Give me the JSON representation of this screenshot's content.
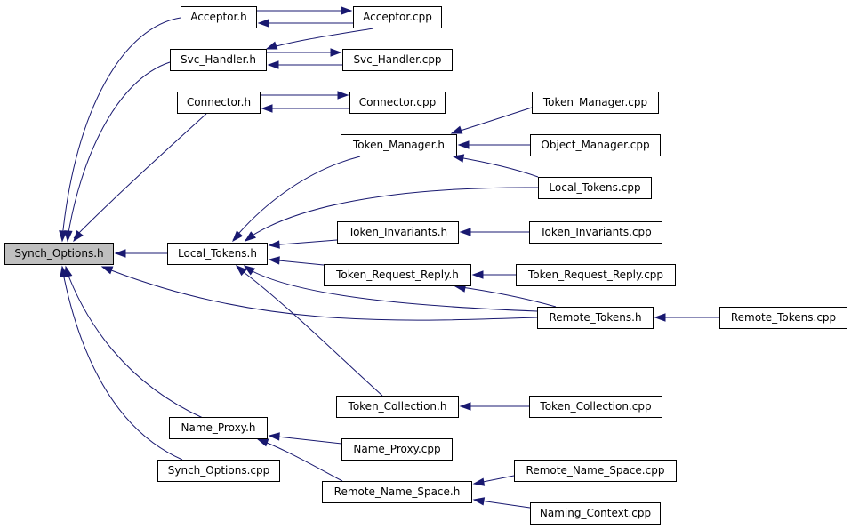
{
  "graph": {
    "colors": {
      "edge": "#191970",
      "node_border": "#000000",
      "root_fill": "#bfbfbf",
      "node_fill": "#ffffff"
    },
    "nodes": {
      "synch_options_h": "Synch_Options.h",
      "acceptor_h": "Acceptor.h",
      "acceptor_cpp": "Acceptor.cpp",
      "svc_handler_h": "Svc_Handler.h",
      "svc_handler_cpp": "Svc_Handler.cpp",
      "connector_h": "Connector.h",
      "connector_cpp": "Connector.cpp",
      "token_manager_h": "Token_Manager.h",
      "token_manager_cpp": "Token_Manager.cpp",
      "object_manager_cpp": "Object_Manager.cpp",
      "local_tokens_cpp": "Local_Tokens.cpp",
      "local_tokens_h": "Local_Tokens.h",
      "token_invariants_h": "Token_Invariants.h",
      "token_invariants_cpp": "Token_Invariants.cpp",
      "token_request_reply_h": "Token_Request_Reply.h",
      "token_request_reply_cpp": "Token_Request_Reply.cpp",
      "remote_tokens_h": "Remote_Tokens.h",
      "remote_tokens_cpp": "Remote_Tokens.cpp",
      "token_collection_h": "Token_Collection.h",
      "token_collection_cpp": "Token_Collection.cpp",
      "name_proxy_h": "Name_Proxy.h",
      "name_proxy_cpp": "Name_Proxy.cpp",
      "synch_options_cpp": "Synch_Options.cpp",
      "remote_name_space_h": "Remote_Name_Space.h",
      "remote_name_space_cpp": "Remote_Name_Space.cpp",
      "naming_context_cpp": "Naming_Context.cpp"
    }
  }
}
